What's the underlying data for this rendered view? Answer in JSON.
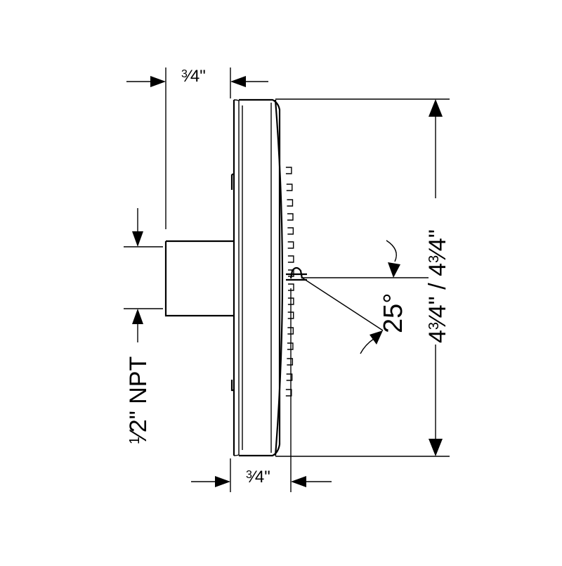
{
  "dimensions": {
    "top_width": {
      "whole": "",
      "num": "3",
      "den": "4",
      "unit": "\""
    },
    "bottom_depth": {
      "whole": "",
      "num": "3",
      "den": "4",
      "unit": "\""
    },
    "connection": {
      "num": "1",
      "den": "2",
      "unit": "\"",
      "suffix": " NPT"
    },
    "height": {
      "a_whole": "4",
      "a_num": "3",
      "a_den": "4",
      "a_unit": "\"",
      "sep": " / ",
      "b_whole": "4",
      "b_num": "3",
      "b_den": "4",
      "b_unit": "\""
    },
    "angle": {
      "value": "25",
      "unit": "°"
    }
  },
  "colors": {
    "line": "#000000",
    "background": "#ffffff"
  }
}
